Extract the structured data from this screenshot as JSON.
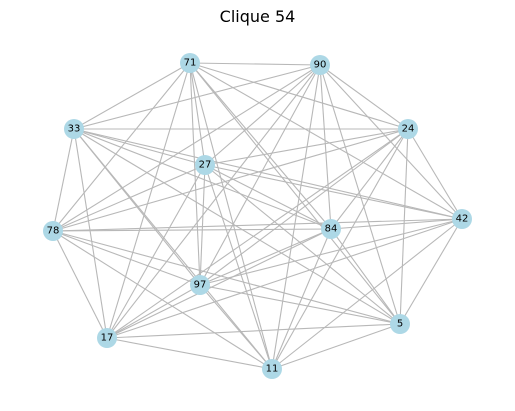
{
  "title": "Clique 54",
  "node_color": "#add8e6",
  "edge_color": "#b8b8b8",
  "nodes": [
    "71",
    "90",
    "24",
    "33",
    "27",
    "42",
    "78",
    "84",
    "97",
    "5",
    "17",
    "11"
  ]
}
